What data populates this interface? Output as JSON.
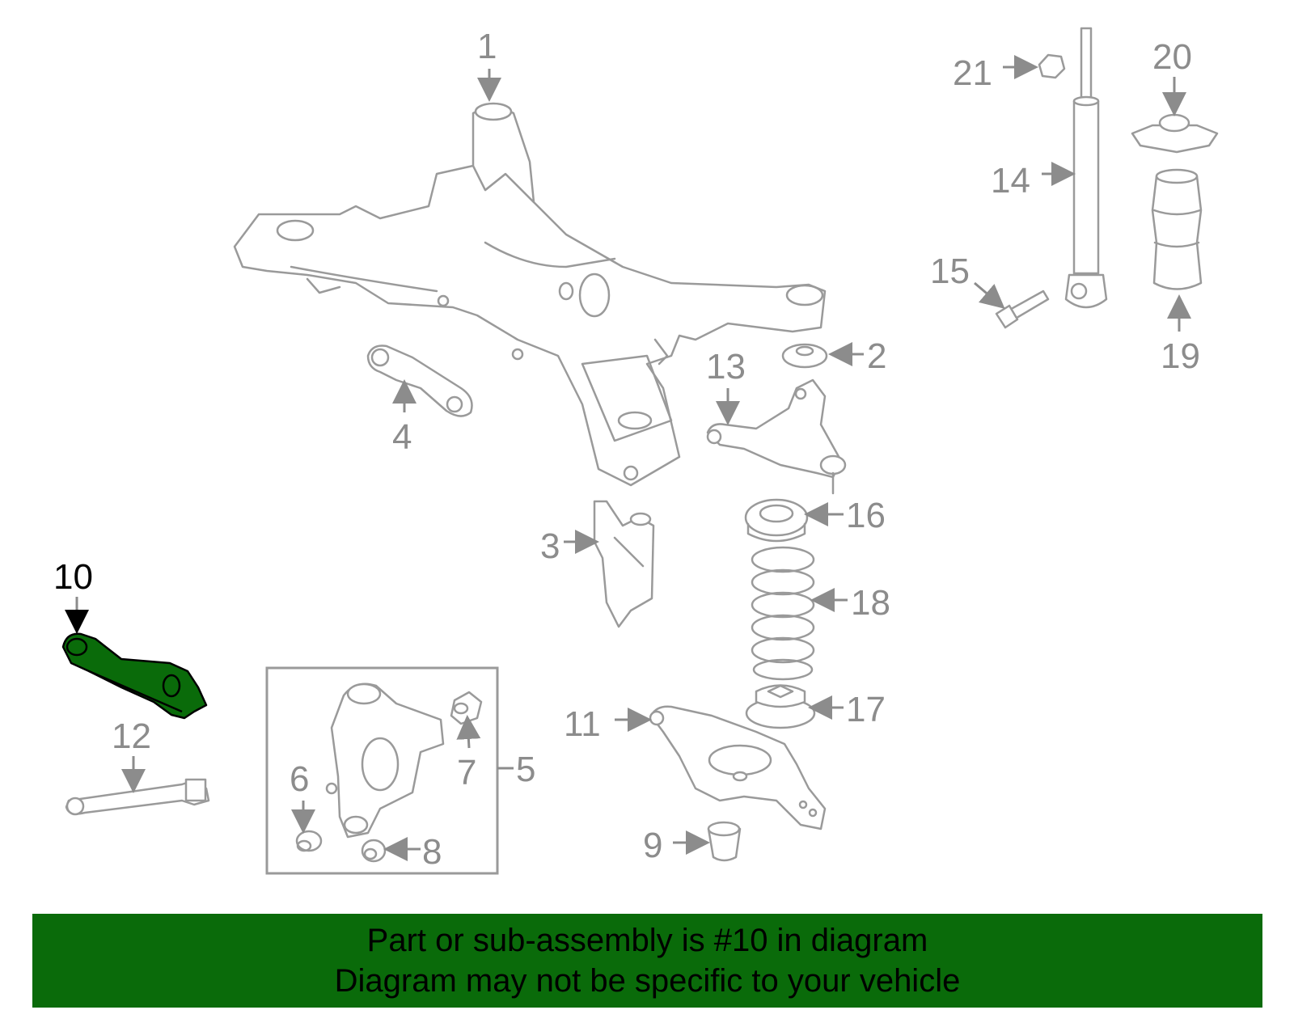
{
  "labels": {
    "p1": "1",
    "p2": "2",
    "p3": "3",
    "p4": "4",
    "p5": "5",
    "p6": "6",
    "p7": "7",
    "p8": "8",
    "p9": "9",
    "p10": "10",
    "p11": "11",
    "p12": "12",
    "p13": "13",
    "p14": "14",
    "p15": "15",
    "p16": "16",
    "p17": "17",
    "p18": "18",
    "p19": "19",
    "p20": "20",
    "p21": "21"
  },
  "highlighted_part": "10",
  "colors": {
    "highlight": "#0a6b0a",
    "line_art": "#9a9a9a",
    "label": "#8c8c8c"
  },
  "banner": {
    "line1": "Part or sub-assembly is #10 in diagram",
    "line2": "Diagram may not be specific to your vehicle"
  }
}
